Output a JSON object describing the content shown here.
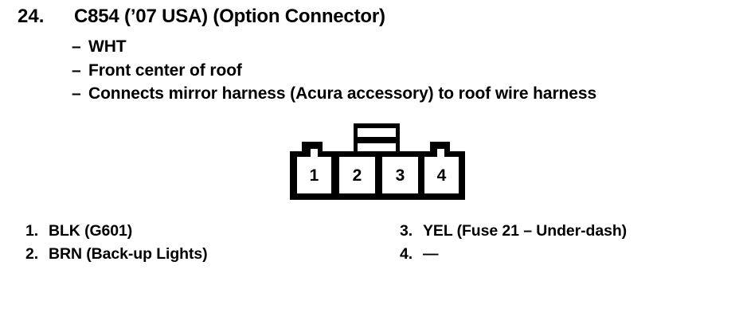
{
  "colors": {
    "ink": "#000000",
    "paper": "#ffffff"
  },
  "header": {
    "item_number": "24.",
    "title": "C854 (’07 USA) (Option Connector)"
  },
  "details": {
    "dash": "–",
    "items": [
      "WHT",
      "Front center of roof",
      "Connects mirror harness (Acura accessory) to roof wire harness"
    ]
  },
  "connector": {
    "description": "4-cavity connector, front view",
    "pins": [
      "1",
      "2",
      "3",
      "4"
    ]
  },
  "pin_list": {
    "left": [
      {
        "num": "1.",
        "desc": "BLK (G601)"
      },
      {
        "num": "2.",
        "desc": "BRN (Back-up Lights)"
      }
    ],
    "right": [
      {
        "num": "3.",
        "desc": "YEL (Fuse 21 – Under-dash)"
      },
      {
        "num": "4.",
        "desc": "—"
      }
    ]
  }
}
